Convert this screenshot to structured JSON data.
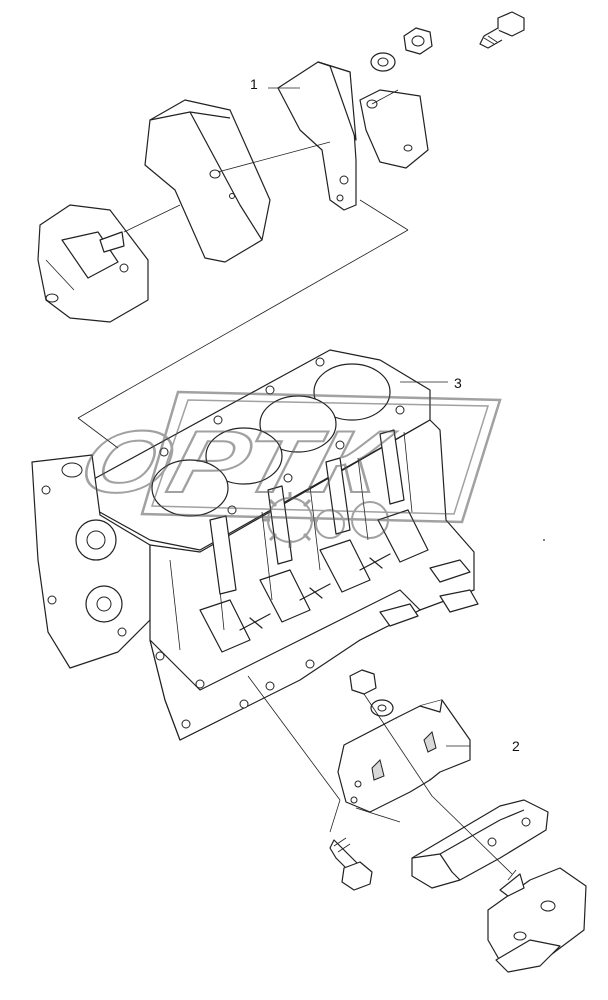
{
  "callouts": [
    {
      "id": "1",
      "text": "1"
    },
    {
      "id": "2",
      "text": "2"
    },
    {
      "id": "3",
      "text": "3"
    }
  ],
  "watermark": {
    "text": "ОРТК",
    "color": "#555555"
  },
  "icons": {
    "bolt": "bolt-icon",
    "nut": "nut-icon",
    "washer": "washer-icon"
  }
}
